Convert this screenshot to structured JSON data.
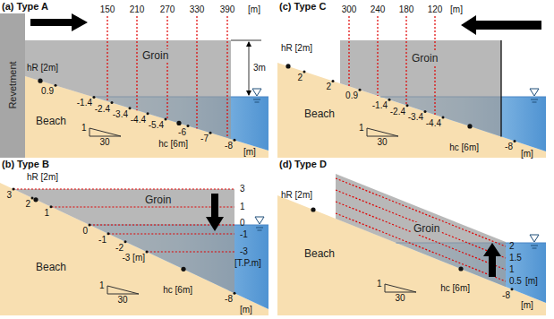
{
  "diagram": {
    "nodes": [
      {
        "text": [
          "Revetment"
        ]
      },
      {
        "text": [
          "Groin"
        ]
      },
      {
        "text": [
          "Beach"
        ]
      },
      {
        "text": [
          "Groin"
        ]
      },
      {
        "text": [
          "Beach"
        ]
      },
      {
        "text": [
          "Groin"
        ]
      },
      {
        "text": [
          "Beach"
        ]
      },
      {
        "text": [
          "Groin"
        ]
      },
      {
        "text": [
          "Beach"
        ]
      }
    ],
    "labels": [
      "(a) Type A",
      "150",
      "210",
      "270",
      "330",
      "390",
      "[m]",
      "hR [2m]",
      "0.9",
      "-1.4",
      "-2.4",
      "-3.4",
      "-4.4",
      "-5.4",
      "-6",
      "-7",
      "-8",
      "[m]",
      "hc [6m]",
      "3m",
      "1",
      "30",
      "(c) Type C",
      "300",
      "240",
      "180",
      "120",
      "[m]",
      "hR [2m]",
      "2",
      "2",
      "0.9",
      "-1.4",
      "-2.4",
      "-3.4",
      "-4.4",
      "hc [6m]",
      "-8",
      "[m]",
      "1",
      "30",
      "(b) Type B",
      "hR [2m]",
      "3",
      "2",
      "1",
      "0",
      "-1",
      "-2",
      "-3 [m]",
      "hc [6m]",
      "-8",
      "[m]",
      "3",
      "1",
      "0",
      "-1",
      "-3",
      "[T.P.m]",
      "1",
      "30",
      "(d) Type D",
      "hR [2m]",
      "hc [6m]",
      "-8",
      "[m]",
      "2",
      "1.5",
      "1",
      "0.5",
      "[m]",
      "1",
      "30"
    ]
  }
}
